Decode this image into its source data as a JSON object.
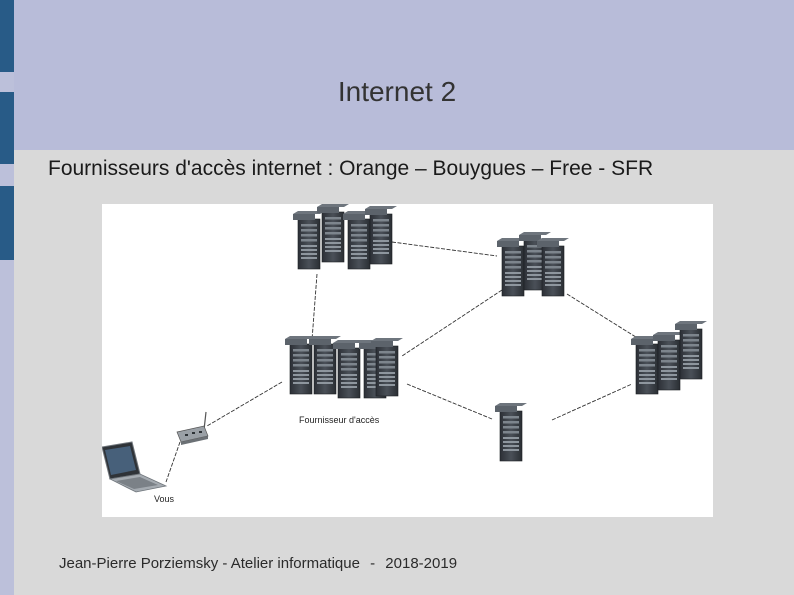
{
  "slide": {
    "title": "Internet 2",
    "subtitle": "Fournisseurs d'accès internet : Orange – Bouygues – Free - SFR"
  },
  "diagram": {
    "provider_label": "Fournisseur d'accès",
    "user_label": "Vous",
    "icons": [
      "server-cluster-icon",
      "server-icon",
      "wifi-router-icon",
      "laptop-icon"
    ]
  },
  "footer": {
    "author": "Jean-Pierre Porziemsky - Atelier informatique",
    "separator": "-",
    "years": "2018-2019"
  },
  "colors": {
    "header_bg": "#b8bcd9",
    "content_bg": "#d9d9d9",
    "accent": "#285b87",
    "server_dark": "#3a3f45"
  }
}
